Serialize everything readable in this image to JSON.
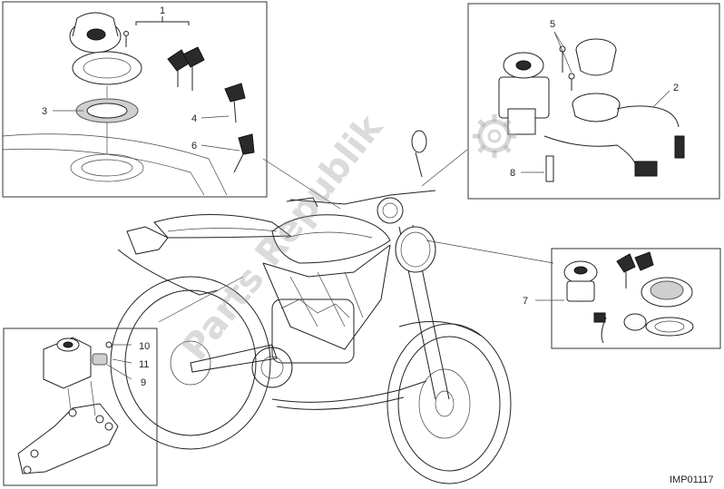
{
  "callouts": {
    "c1": "1",
    "c2": "2",
    "c3": "3",
    "c4": "4",
    "c5": "5",
    "c6": "6",
    "c7": "7",
    "c8": "8",
    "c9": "9",
    "c10": "10",
    "c11": "11"
  },
  "diagram_code": "IMP01117",
  "watermark": "Parts Republik"
}
